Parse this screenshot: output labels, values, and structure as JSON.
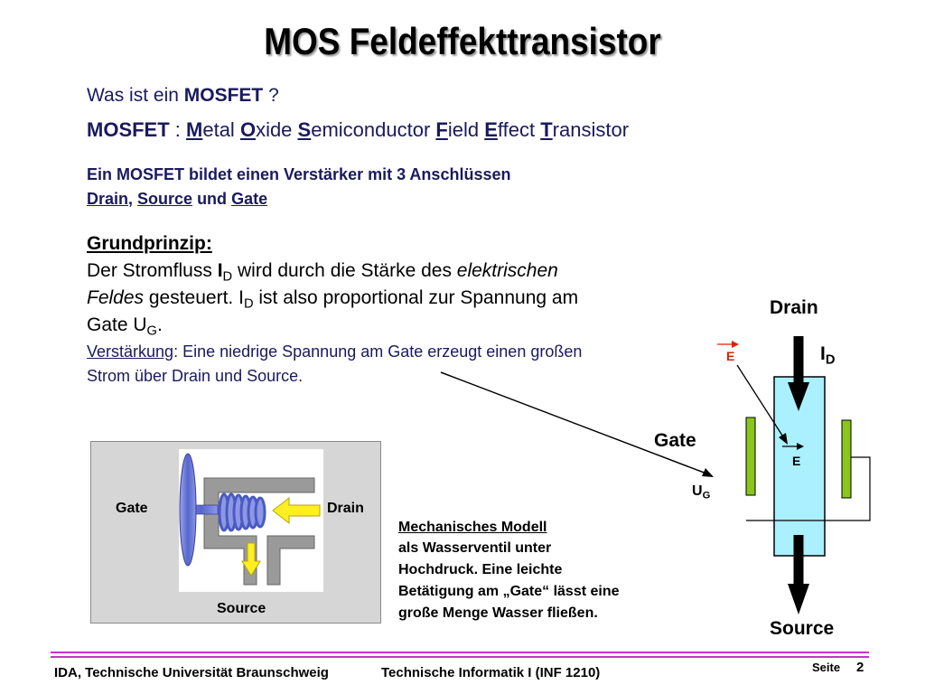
{
  "title": "MOS Feldeffekttransistor",
  "question": {
    "prefix": "Was ist  ein ",
    "term": "MOSFET",
    "suffix": " ?"
  },
  "definition": {
    "term": "MOSFET",
    "sep": " : ",
    "words": [
      {
        "initial": "M",
        "rest": "etal "
      },
      {
        "initial": "O",
        "rest": "xide "
      },
      {
        "initial": "S",
        "rest": "emiconductor "
      },
      {
        "initial": "F",
        "rest": "ield "
      },
      {
        "initial": "E",
        "rest": "ffect "
      },
      {
        "initial": "T",
        "rest": "ransistor"
      }
    ]
  },
  "intro": {
    "line1": "Ein MOSFET bildet einen Verstärker mit 3 Anschlüssen",
    "drain": "Drain",
    "comma": ", ",
    "source": "Source",
    "und": " und ",
    "gate": "Gate"
  },
  "principle": {
    "heading": "Grundprinzip:",
    "l1_a": "Der Stromfluss  ",
    "l1_i": "I",
    "l1_sub": "D",
    "l1_b": " wird durch die Stärke des ",
    "l1_em": "elektrischen",
    "l2_em": "Feldes",
    "l2_a": " gesteuert. I",
    "l2_sub": "D",
    "l2_b": " ist also proportional zur Spannung am",
    "l3_a": "Gate U",
    "l3_sub": "G",
    "l3_b": ".",
    "amp_label": "Verstärkung",
    "amp_rest": ": Eine niedrige Spannung am Gate erzeugt einen großen",
    "amp_line2": "Strom über Drain und Source."
  },
  "mechanical": {
    "gate": "Gate",
    "drain": "Drain",
    "source": "Source",
    "heading": "Mechanisches Modell",
    "lines": [
      "als Wasserventil unter",
      "Hochdruck. Eine leichte",
      "Betätigung am „Gate“  lässt eine",
      "große Menge  Wasser fließen."
    ]
  },
  "transistor": {
    "drain": "Drain",
    "source": "Source",
    "gate": "Gate",
    "id_main": "I",
    "id_sub": "D",
    "ug_main": "U",
    "ug_sub": "G",
    "e_label": "E",
    "e_red_label": "E"
  },
  "footer": {
    "left": "IDA, Technische Universität Braunschweig",
    "center": "Technische Informatik I (INF 1210)",
    "page_label": "Seite",
    "page_number": "2"
  },
  "colors": {
    "navy": "#1a1a5e",
    "channel": "#aaf0ff",
    "gate_plate": "#88c61c",
    "valve_blue": "#6677dd",
    "valve_grey": "#9a9a9a",
    "arrow_yellow": "#ffee22",
    "footer_line": "#c733c7",
    "field_red": "#dd2200"
  }
}
